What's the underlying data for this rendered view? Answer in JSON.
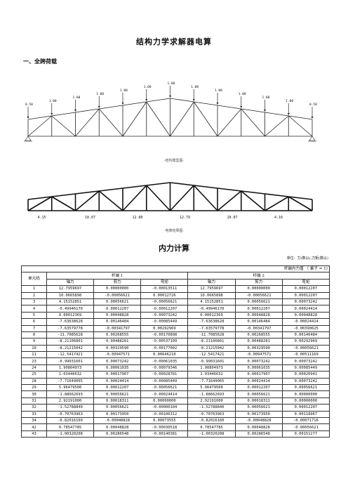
{
  "title": "结构力学求解器电算",
  "section1_title": "一、全跨荷载",
  "structure_caption": "-结构模型图-",
  "results_caption": "-电算结果图-",
  "section2_title": "内力计算",
  "units_note": "单位：力(数以),力矩(数以)",
  "table_subtitle": "杆端内力值 （ 乘子 = 1)",
  "load_labels": [
    "0.50",
    "1.00",
    "1.00",
    "1.00",
    "1.00",
    "1.00",
    "1.00",
    "1.00",
    "1.00",
    "1.00",
    "1.00",
    "1.00",
    "0.50"
  ],
  "bottom_axial_values": [
    "4.15",
    "10.07",
    "12.80",
    "12.79",
    "10.07",
    "4.16"
  ],
  "table": {
    "col_element": "单元码",
    "group1": "杆端 1",
    "group2": "杆端 2",
    "subheaders": [
      "轴力",
      "剪力",
      "弯矩",
      "轴力",
      "剪力",
      "弯矩"
    ],
    "rows": [
      [
        "1",
        "12.7959697",
        "0.00000000",
        "-0.00013511",
        "12.7959697",
        "0.00000000",
        "0.00012207"
      ],
      [
        "2",
        "10.0665898",
        "-0.00056621",
        "0.00012726",
        "10.0665898",
        "-0.00056621",
        "0.00012207"
      ],
      [
        "3",
        "4.15152851",
        "0.00056621",
        "-0.00056621",
        "4.15152851",
        "0.00056621",
        "0.00073242"
      ],
      [
        "4",
        "-0.49946170",
        "0.00012207",
        "-0.00012207",
        "-0.49946170",
        "0.00012207",
        "0.00024414"
      ],
      [
        "5",
        "0.00012369",
        "0.00048828",
        "-0.00073242",
        "0.00012369",
        "0.00048828",
        "0.00048828"
      ],
      [
        "6",
        "-7.63638628",
        "0.00146484",
        "-0.00085449",
        "-7.63638628",
        "0.00146484",
        "-0.00024414"
      ],
      [
        "7",
        "-7.63579778",
        "-0.00341797",
        "0.00292969",
        "-7.63579778",
        "-0.00341797",
        "-0.00390625"
      ],
      [
        "8",
        "-11.7085628",
        "0.00268555",
        "-0.00170898",
        "-11.7085628",
        "0.00268555",
        "0.00146484"
      ],
      [
        "9",
        "-8.21106801",
        "0.00488281",
        "-0.00537109",
        "-8.21106801",
        "0.00488281",
        "0.00292969"
      ],
      [
        "10",
        "-8.21215042",
        "0.00329590",
        "-0.00177002",
        "-8.21215042",
        "0.00329590",
        "-0.00056621"
      ],
      [
        "11",
        "-12.5417421",
        "-0.00947571",
        "0.00646210",
        "-12.5417421",
        "-0.00947571",
        "-0.00511169"
      ],
      [
        "23",
        "-0.99031601",
        "0.00073242",
        "-0.00061035",
        "-0.99031601",
        "0.00073242",
        "0.00073242"
      ],
      [
        "24",
        "1.90804973",
        "0.00061035",
        "-0.00079346",
        "1.90804973",
        "0.00061035",
        "0.00085449"
      ],
      [
        "25",
        "1.03446632",
        "0.00017907",
        "-0.00028781",
        "1.03446632",
        "0.00017907",
        "0.00020941"
      ],
      [
        "28",
        "-7.71649065",
        "0.00024414",
        "-0.00085449",
        "-7.71649065",
        "0.00024414",
        "0.00073242"
      ],
      [
        "29",
        "5.96479500",
        "0.00012207",
        "-0.00056621",
        "5.96479500",
        "0.00012207",
        "0.00056621"
      ],
      [
        "30",
        "-1.88662693",
        "0.00056621",
        "-0.00024414",
        "-1.88662693",
        "0.00056621",
        "0.00000000"
      ],
      [
        "31",
        "2.92191000",
        "0.00018311",
        "0.00000000",
        "2.92191000",
        "0.00018311",
        "0.00000000"
      ],
      [
        "32",
        "-1.52788840",
        "0.00056621",
        "-0.00000104",
        "-1.52788840",
        "0.00056621",
        "0.00012207"
      ],
      [
        "33",
        "-0.70763963",
        "0.00173950",
        "-0.00106312",
        "-0.70763963",
        "0.00173950",
        "0.00118967"
      ],
      [
        "34",
        "-0.82016160",
        "-0.00048828",
        "0.00073555",
        "-0.82016160",
        "-0.00048828",
        "-0.00071716"
      ],
      [
        "42",
        "0.78547785",
        "0.00048828",
        "-0.00030518",
        "0.78547785",
        "0.00048828",
        "-0.00056621"
      ],
      [
        "43",
        "-1.00320208",
        "0.00286548",
        "-0.00140381",
        "-1.00320208",
        "0.00286548",
        "0.00151277"
      ]
    ]
  }
}
